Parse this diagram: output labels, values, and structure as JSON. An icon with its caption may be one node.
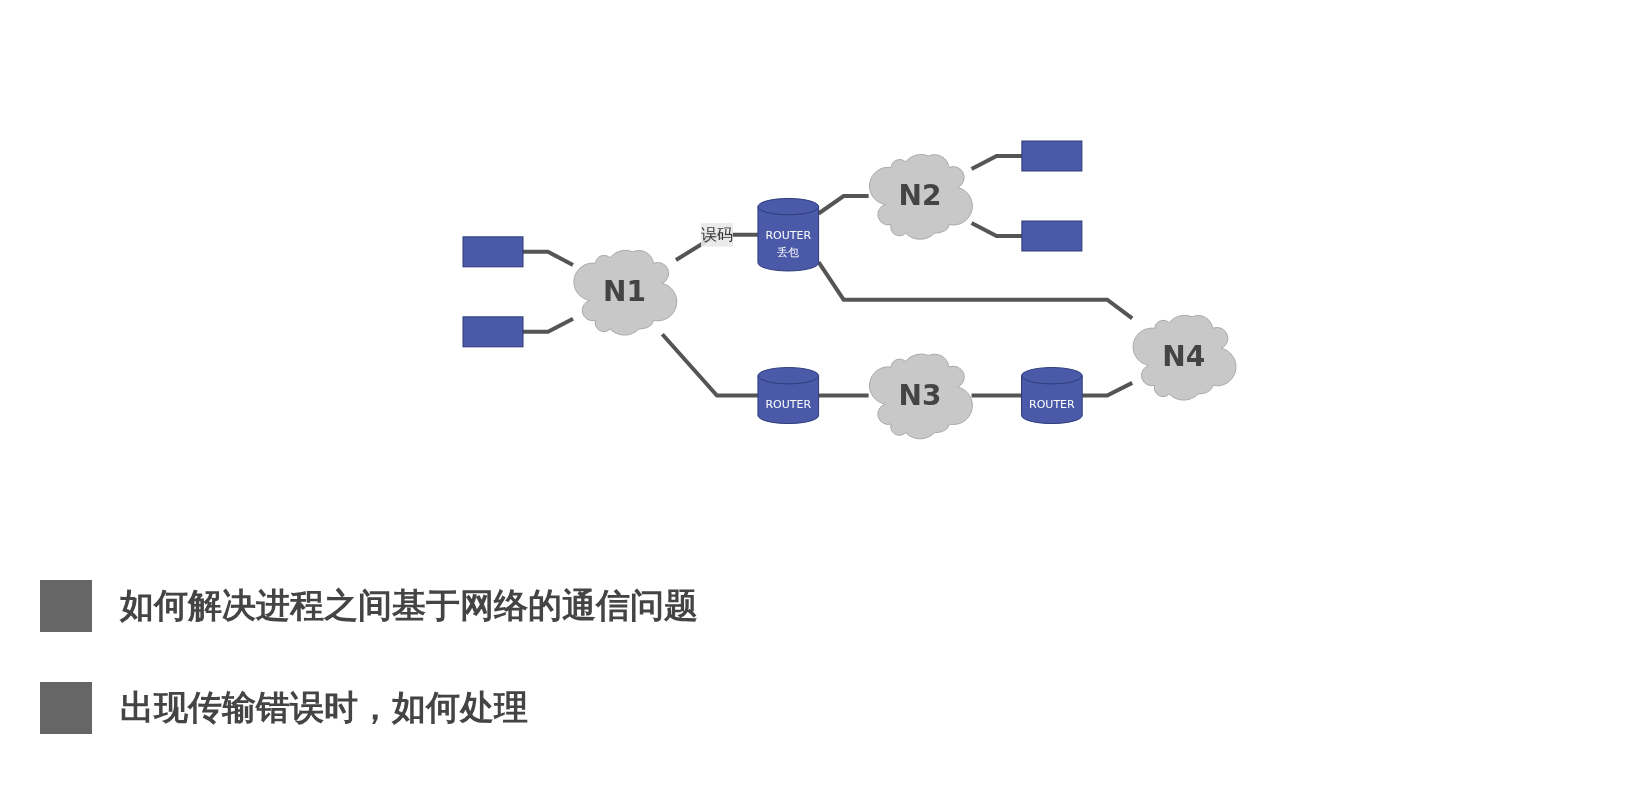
{
  "diagram": {
    "nodes": [
      {
        "text": [],
        "shape": "box"
      },
      {
        "text": [
          "N1"
        ]
      },
      {
        "text": [],
        "shape": "box"
      },
      {
        "text": [
          "ROUTER",
          "丢包"
        ]
      },
      {
        "text": [
          "N2"
        ]
      },
      {
        "text": [],
        "shape": "box"
      },
      {
        "text": [],
        "shape": "box"
      },
      {
        "text": [
          "ROUTER"
        ]
      },
      {
        "text": [
          "N4"
        ]
      },
      {
        "text": [
          "N3"
        ]
      },
      {
        "text": [
          "ROUTER"
        ]
      }
    ],
    "edges": [
      {
        "from": 0,
        "to": 1,
        "arrow": "none"
      },
      {
        "from": 2,
        "to": 1,
        "arrow": "none"
      },
      {
        "from": 1,
        "to": 3,
        "arrow": "none",
        "label": "误码"
      },
      {
        "from": 3,
        "to": 4,
        "arrow": "none"
      },
      {
        "from": 4,
        "to": 5,
        "arrow": "none"
      },
      {
        "from": 4,
        "to": 6,
        "arrow": "none"
      },
      {
        "from": 3,
        "to": 8,
        "arrow": "none"
      },
      {
        "from": 1,
        "to": 7,
        "arrow": "none"
      },
      {
        "from": 7,
        "to": 9,
        "arrow": "none"
      },
      {
        "from": 9,
        "to": 10,
        "arrow": "none"
      },
      {
        "from": 10,
        "to": 8,
        "arrow": "none"
      }
    ],
    "labels": [
      "如何解决进程之间基于网络的通信问题",
      "出现传输错误时，如何处理"
    ]
  }
}
